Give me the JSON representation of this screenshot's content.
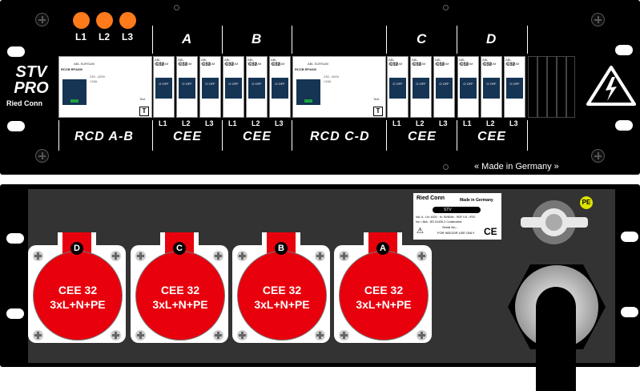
{
  "front_panel": {
    "brand": {
      "line1": "STV",
      "line2": "PRO",
      "logo": "Ried Conn"
    },
    "leds": [
      {
        "label": "L1",
        "color": "#ff7a1a"
      },
      {
        "label": "L2",
        "color": "#ff7a1a"
      },
      {
        "label": "L3",
        "color": "#ff7a1a"
      }
    ],
    "groups_top": [
      "A",
      "B",
      "C",
      "D"
    ],
    "rcd_labels": [
      "RCD A-B",
      "RCD C-D"
    ],
    "rcd_model": "RCCB RF4400",
    "rcd_rating": "230...400V",
    "rcd_current": "I 63A",
    "rcd_test": "Test",
    "breaker_brand": "ABL SURSUM",
    "breaker_rating": "C32",
    "breaker_off": "O OFF",
    "phase_labels": [
      "L1",
      "L2",
      "L3"
    ],
    "cee_label": "CEE",
    "made_in": "« Made in Germany »",
    "warning_icon": "high-voltage-icon"
  },
  "rear_panel": {
    "nameplate": {
      "logo": "Ried Conn",
      "made_in": "Made in Germany",
      "model": "STV",
      "spec1": "InA: A - Un: 400V - fn: 50/60Hz - RDF 0.8 - IP20",
      "spec2": "Inc < 6kA - IEC 61439-2 Constructed:",
      "serial": "Serial No.:",
      "indoor": "FOR INDOOR USE ONLY",
      "ce": "CE"
    },
    "pe_label": "PE",
    "sockets": [
      {
        "id": "D",
        "line1": "CEE 32",
        "line2": "3xL+N+PE"
      },
      {
        "id": "C",
        "line1": "CEE 32",
        "line2": "3xL+N+PE"
      },
      {
        "id": "B",
        "line1": "CEE 32",
        "line2": "3xL+N+PE"
      },
      {
        "id": "A",
        "line1": "CEE 32",
        "line2": "3xL+N+PE"
      }
    ],
    "socket_color": "#e8000d"
  }
}
